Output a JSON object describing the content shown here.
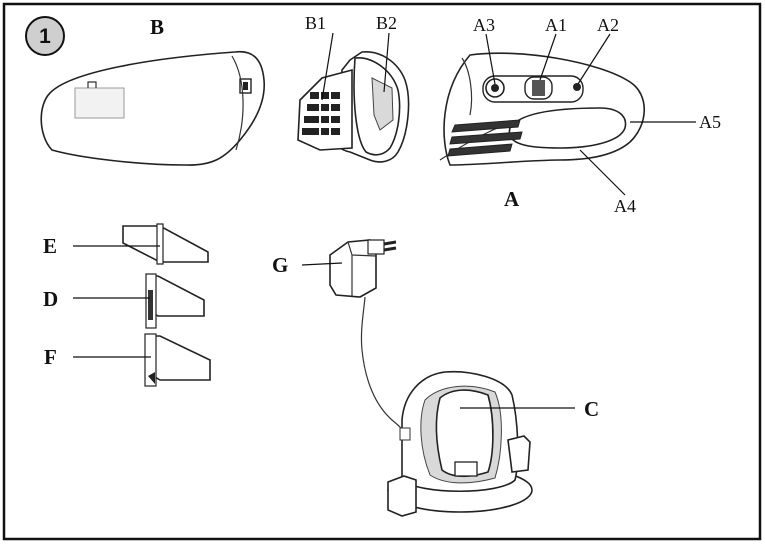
{
  "figure": {
    "number": "1"
  },
  "labels": {
    "B": "B",
    "B1": "B1",
    "B2": "B2",
    "A": "A",
    "A1": "A1",
    "A2": "A2",
    "A3": "A3",
    "A4": "A4",
    "A5": "A5",
    "E": "E",
    "D": "D",
    "F": "F",
    "G": "G",
    "C": "C"
  }
}
